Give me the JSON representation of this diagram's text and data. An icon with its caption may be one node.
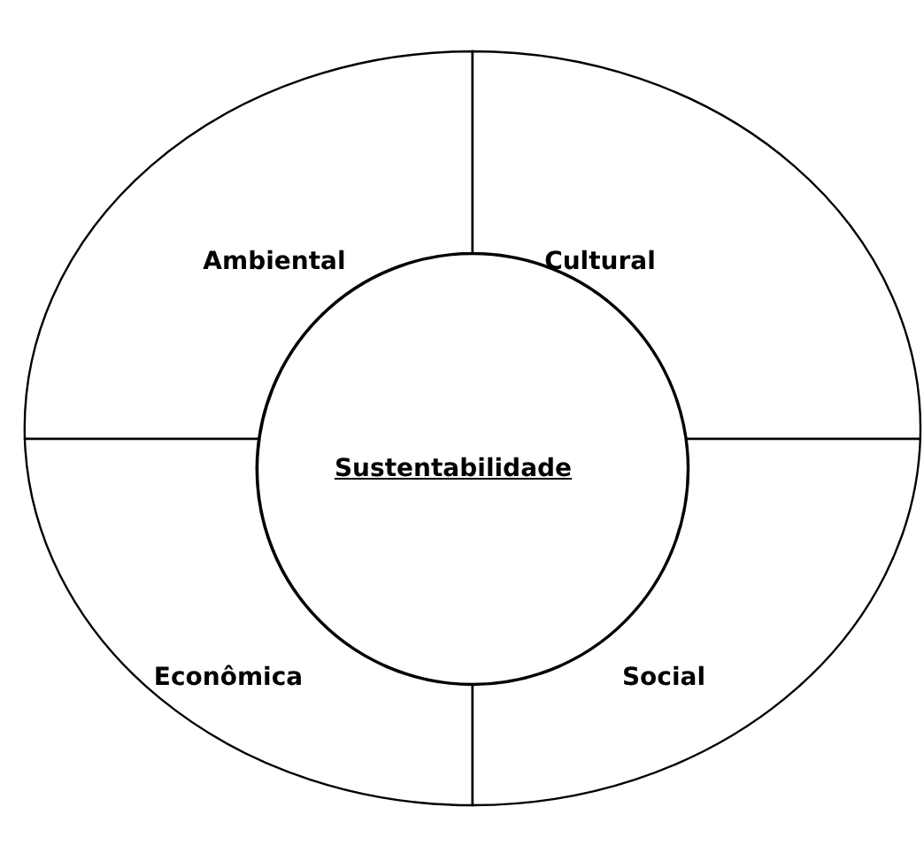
{
  "diagram": {
    "nodes": [
      {
        "text": [
          "Ambiental"
        ]
      },
      {
        "text": [
          "Cultural"
        ]
      },
      {
        "text": [
          "Sustentabilidade"
        ]
      },
      {
        "text": [
          "Econômica"
        ]
      },
      {
        "text": [
          "Social"
        ]
      }
    ],
    "edges": []
  }
}
